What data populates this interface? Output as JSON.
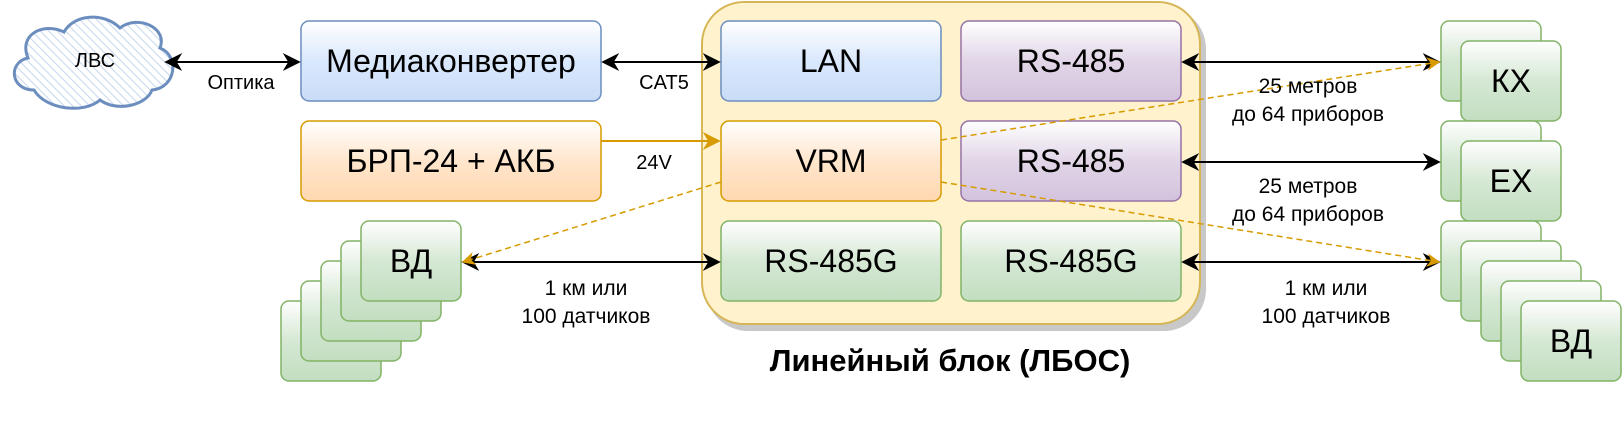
{
  "lan_network": "ЛВС",
  "optics_label": "Оптика",
  "cat5_label": "CAT5",
  "volt_label": "24V",
  "media_converter": "Медиаконвертер",
  "power_supply": "БРП-24 + АКБ",
  "block": {
    "title": "Линейный блок (ЛБОС)",
    "lan": "LAN",
    "vrm": "VRM",
    "rs485_top": "RS-485",
    "rs485_mid": "RS-485",
    "rs485g_left": "RS-485G",
    "rs485g_right": "RS-485G"
  },
  "devices": {
    "vd_left": "ВД",
    "kx": "КХ",
    "ex": "ЕХ",
    "vd_right": "ВД"
  },
  "notes": {
    "kx_line1": "25 метров",
    "kx_line2": "до 64 приборов",
    "ex_line1": "25 метров",
    "ex_line2": "до 64 приборов",
    "left_g_line1": "1 км или",
    "left_g_line2": "100 датчиков",
    "right_g_line1": "1 км или",
    "right_g_line2": "100 датчиков"
  },
  "colors": {
    "blue_fill": "#dae8fc",
    "blue_stroke": "#6c8ebf",
    "orange_fill": "#ffe6cc",
    "orange_stroke": "#d79b00",
    "purple_fill": "#e1d5e7",
    "purple_stroke": "#9673a6",
    "green_fill": "#d5e8d4",
    "green_stroke": "#82b366",
    "block_fill": "#fff2cc",
    "block_stroke": "#d6b656",
    "arrow_orange": "#d79b00"
  }
}
